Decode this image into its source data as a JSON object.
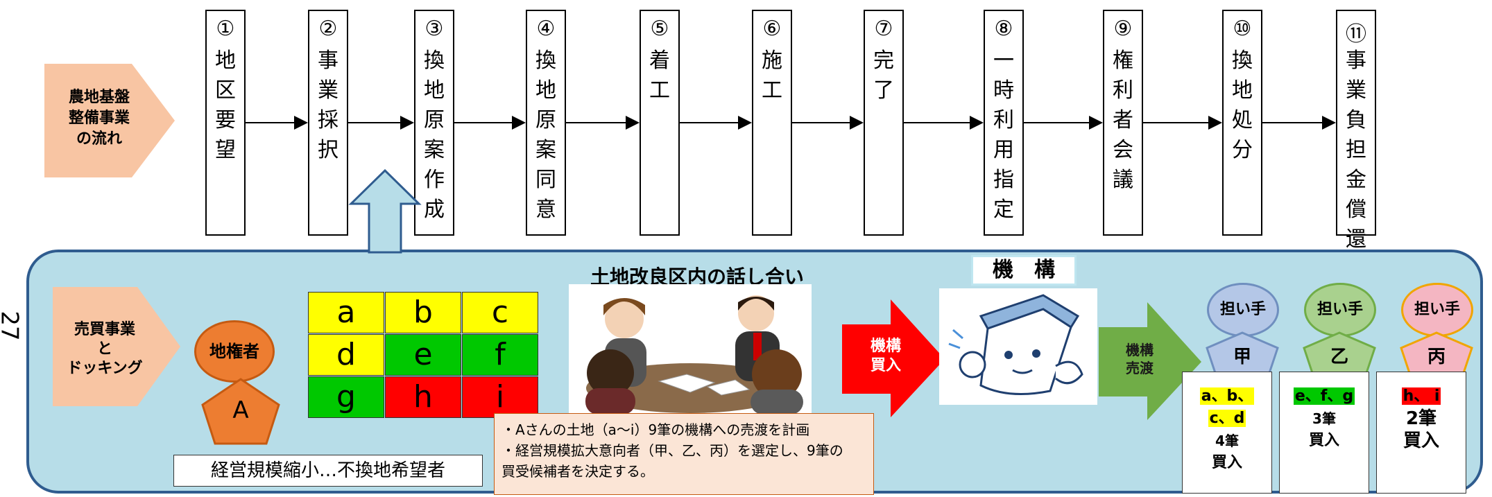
{
  "flow_label": "農地基盤整備事業の流れ",
  "steps": [
    {
      "num": "①",
      "text": "地区要望"
    },
    {
      "num": "②",
      "text": "事業採択"
    },
    {
      "num": "③",
      "text": "換地原案作成"
    },
    {
      "num": "④",
      "text": "換地原案同意"
    },
    {
      "num": "⑤",
      "text": "着　工"
    },
    {
      "num": "⑥",
      "text": "施　工"
    },
    {
      "num": "⑦",
      "text": "完　了"
    },
    {
      "num": "⑧",
      "text": "一時利用指定"
    },
    {
      "num": "⑨",
      "text": "権利者会議"
    },
    {
      "num": "⑩",
      "text": "換地処分"
    },
    {
      "num": "⑪",
      "text": "事業負担金償還"
    }
  ],
  "page_number": "27",
  "docking_label": "売買事業と ドッキング",
  "landowner": {
    "label": "地権者",
    "name": "A"
  },
  "parcels": [
    {
      "label": "a",
      "color": "#ffff00"
    },
    {
      "label": "b",
      "color": "#ffff00"
    },
    {
      "label": "c",
      "color": "#ffff00"
    },
    {
      "label": "d",
      "color": "#ffff00"
    },
    {
      "label": "e",
      "color": "#00c800"
    },
    {
      "label": "f",
      "color": "#00c800"
    },
    {
      "label": "g",
      "color": "#00c800"
    },
    {
      "label": "h",
      "color": "#ff0000"
    },
    {
      "label": "i",
      "color": "#ff0000"
    }
  ],
  "reduction_label": "経営規模縮小…不換地希望者",
  "meeting_title": "土地改良区内の話し合い",
  "notes": [
    "・Aさんの土地（a〜i）9筆の機構への売渡を計画",
    "・経営規模拡大意向者（甲、乙、丙）を選定し、9筆の",
    "買受候補者を決定する。"
  ],
  "kikou_buy": "機構 買入",
  "kikou_title": "機　構",
  "kikou_sell": "機構 売渡",
  "buyers": [
    {
      "role": "担い手",
      "name": "甲",
      "parcels_line1": "a、b、",
      "parcels_line2": "c、d",
      "count": "4筆",
      "action": "買入",
      "color": "#b4c7e7",
      "border": "#6f8fbf",
      "hl": "#ffff00"
    },
    {
      "role": "担い手",
      "name": "乙",
      "parcels_line1": "e、f、g",
      "parcels_line2": "",
      "count": "3筆",
      "action": "買入",
      "color": "#a9d18e",
      "border": "#70ad47",
      "hl": "#00c800"
    },
    {
      "role": "担い手",
      "name": "丙",
      "parcels_line1": "h、 i",
      "parcels_line2": "",
      "count": "2筆",
      "action": "買入",
      "color": "#f4b6c2",
      "border": "#f0a500",
      "hl": "#ff0000"
    }
  ],
  "colors": {
    "panel": "#b7dde8",
    "panel_border": "#2f5c8f",
    "pentagon": "#f8c5a3",
    "landowner": "#ed7d31",
    "red_arrow": "#ff0000",
    "green_arrow": "#70ad47",
    "up_arrow": "#b7dde8"
  }
}
